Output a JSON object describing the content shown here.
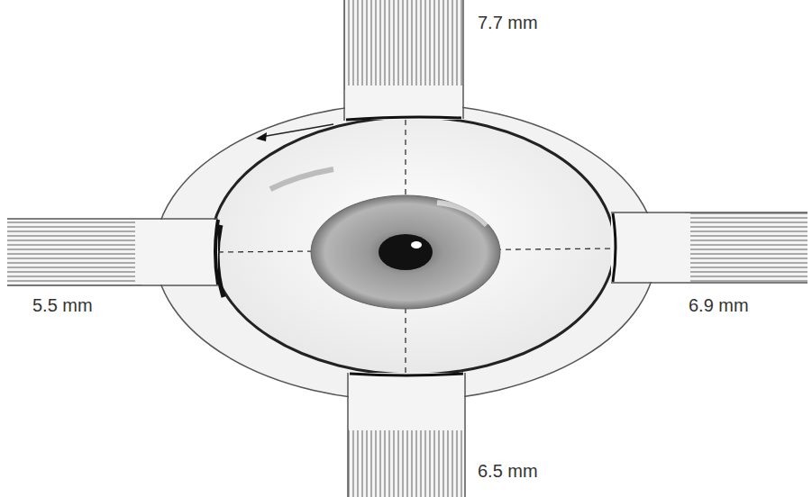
{
  "diagram": {
    "labels": [
      "7.7 mm",
      "5.5 mm",
      "6.9 mm",
      "6.5 mm"
    ]
  }
}
